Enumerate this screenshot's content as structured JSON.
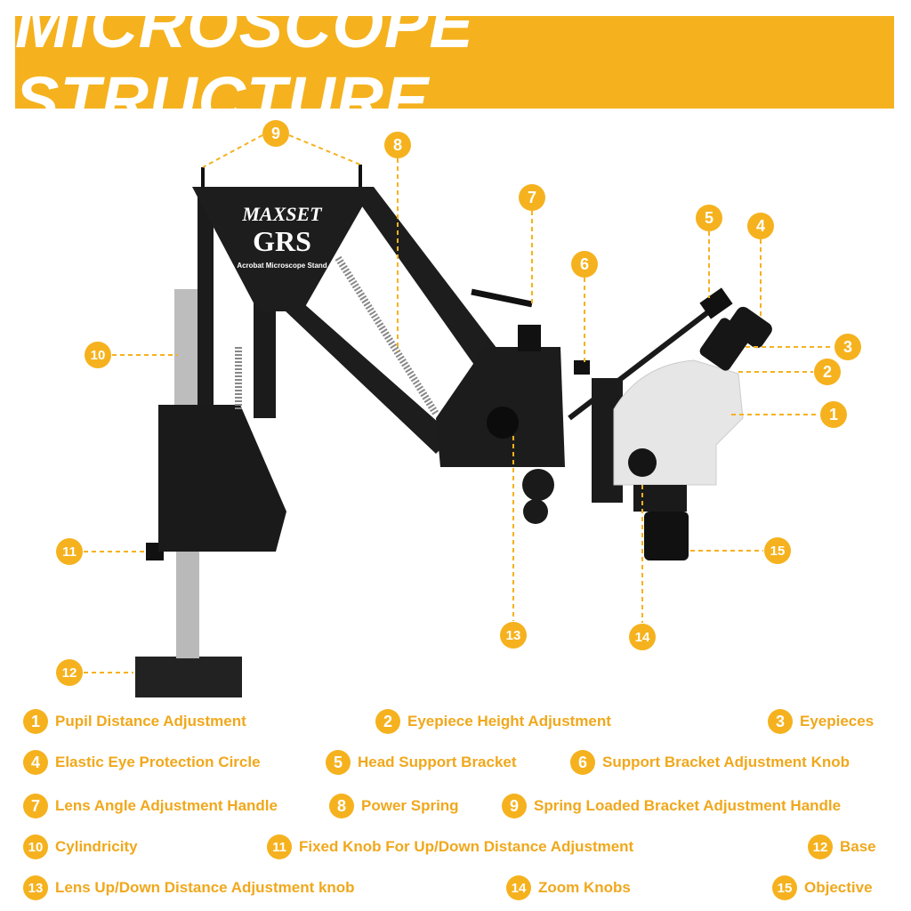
{
  "title": "MICROSCOPE STRUCTURE",
  "logo": {
    "brand": "MAXSET",
    "mark": "GRS",
    "subtitle": "Acrobat Microscope Stand"
  },
  "accent": "#F5B21E",
  "callouts": [
    "1",
    "2",
    "3",
    "4",
    "5",
    "6",
    "7",
    "8",
    "9",
    "10",
    "11",
    "12",
    "13",
    "14",
    "15"
  ],
  "legend": [
    {
      "n": "1",
      "label": "Pupil Distance Adjustment"
    },
    {
      "n": "2",
      "label": "Eyepiece Height Adjustment"
    },
    {
      "n": "3",
      "label": "Eyepieces"
    },
    {
      "n": "4",
      "label": "Elastic Eye Protection Circle"
    },
    {
      "n": "5",
      "label": "Head Support Bracket"
    },
    {
      "n": "6",
      "label": "Support Bracket Adjustment Knob"
    },
    {
      "n": "7",
      "label": "Lens Angle Adjustment Handle"
    },
    {
      "n": "8",
      "label": "Power Spring"
    },
    {
      "n": "9",
      "label": "Spring Loaded Bracket Adjustment Handle"
    },
    {
      "n": "10",
      "label": "Cylindricity"
    },
    {
      "n": "11",
      "label": "Fixed Knob For Up/Down Distance Adjustment"
    },
    {
      "n": "12",
      "label": "Base"
    },
    {
      "n": "13",
      "label": "Lens Up/Down Distance Adjustment knob"
    },
    {
      "n": "14",
      "label": "Zoom Knobs"
    },
    {
      "n": "15",
      "label": "Objective"
    }
  ]
}
